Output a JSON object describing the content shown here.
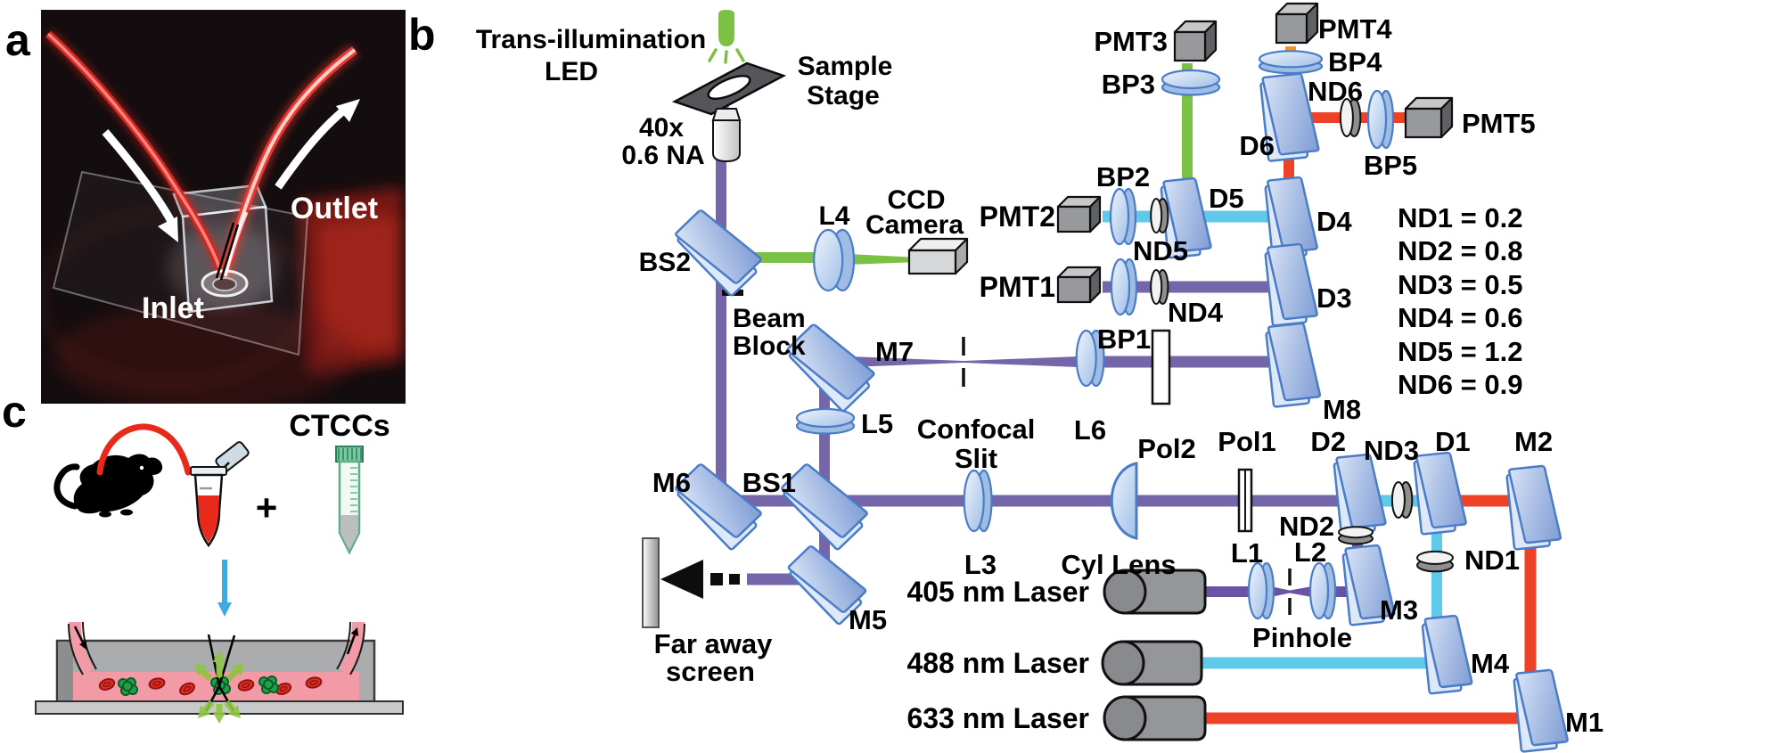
{
  "colors": {
    "beam_purple": "#7565a9",
    "beam_violet": "#6a53a4",
    "beam_green": "#7bc143",
    "beam_cyan": "#5ec9e8",
    "beam_red": "#ee4125",
    "beam_orange": "#f59120",
    "glass_edge": "#4a7cc7",
    "glass_light": "#dde8f8",
    "metal_gray": "#949699",
    "label_black": "#000000",
    "label_white": "#ffffff",
    "pink": "#f29aa6",
    "cell_green": "#1fa14a",
    "cell_red": "#e32b1e",
    "arrow_green": "#8dc63f",
    "arrow_blue": "#3fa9e0",
    "blood_red": "#e8291c"
  },
  "labels": {
    "b": "b",
    "trans1": "Trans-illumination",
    "trans2": "LED",
    "sample1": "Sample",
    "sample2": "Stage",
    "mag": "40x",
    "na": "0.6 NA",
    "bs2": "BS2",
    "beam1": "Beam",
    "beam2": "Block",
    "l4": "L4",
    "ccd1": "CCD",
    "ccd2": "Camera",
    "pmt1": "PMT1",
    "pmt2": "PMT2",
    "pmt3": "PMT3",
    "pmt4": "PMT4",
    "pmt5": "PMT5",
    "bp1": "BP1",
    "bp2": "BP2",
    "bp3": "BP3",
    "bp4": "BP4",
    "bp5": "BP5",
    "nd1": "ND1",
    "nd2": "ND2",
    "nd3": "ND3",
    "nd4": "ND4",
    "nd5": "ND5",
    "nd6": "ND6",
    "d1": "D1",
    "d2": "D2",
    "d3": "D3",
    "d4": "D4",
    "d5": "D5",
    "d6": "D6",
    "m1": "M1",
    "m2": "M2",
    "m3": "M3",
    "m4": "M4",
    "m5": "M5",
    "m6": "M6",
    "m7": "M7",
    "m8": "M8",
    "bs1": "BS1",
    "l1": "L1",
    "l2": "L2",
    "l3": "L3",
    "l5": "L5",
    "l6": "L6",
    "pol1": "Pol1",
    "pol2": "Pol2",
    "conf1": "Confocal",
    "conf2": "Slit",
    "pinhole": "Pinhole",
    "cyl": "Cyl Lens",
    "far1": "Far away",
    "far2": "screen"
  },
  "nd_list": [
    "ND1 = 0.2",
    "ND2 = 0.8",
    "ND3 = 0.5",
    "ND4 = 0.6",
    "ND5 = 1.2",
    "ND6 = 0.9"
  ],
  "lasers": [
    "405 nm Laser",
    "488 nm Laser",
    "633 nm Laser"
  ],
  "panel_a": {
    "letter": "a",
    "inlet": "Inlet",
    "outlet": "Outlet"
  },
  "panel_c": {
    "letter": "c",
    "ctccs": "CTCCs",
    "plus": "+"
  }
}
